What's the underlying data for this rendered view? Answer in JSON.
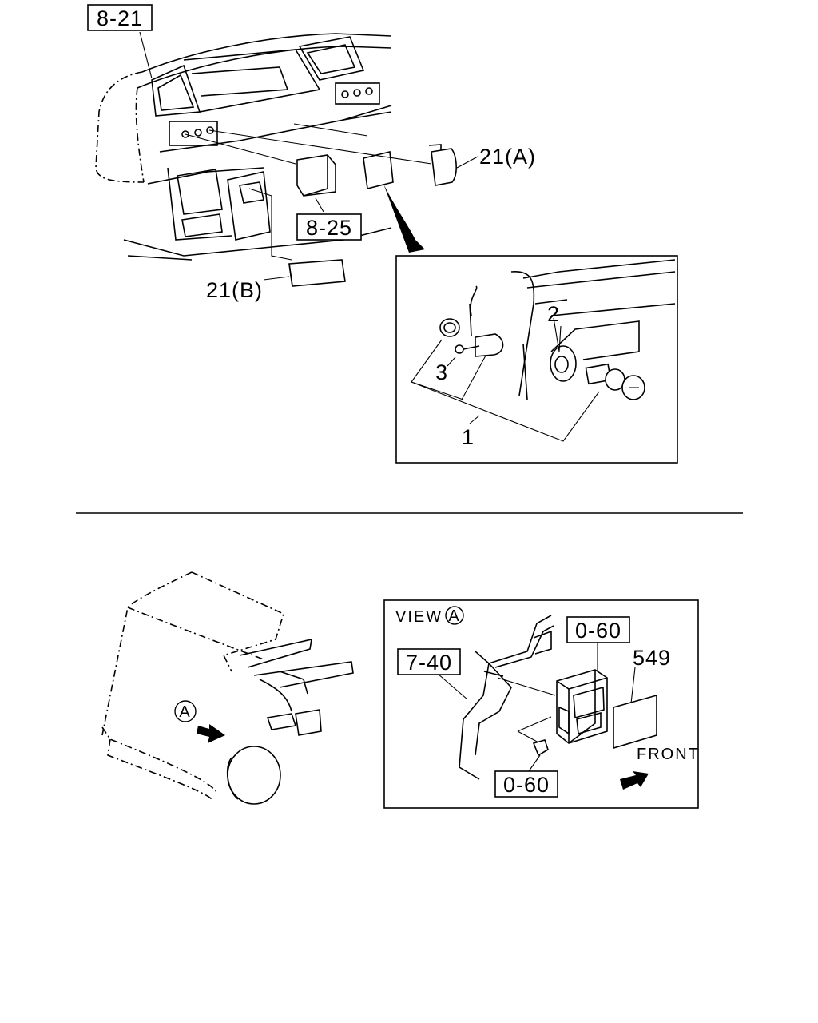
{
  "refs": {
    "top_ref": "8-21",
    "mid_ref": "8-25",
    "view_ref_a": "0-60",
    "view_ref_b": "7-40",
    "view_ref_c": "0-60"
  },
  "callouts": {
    "part_21a": "21(A)",
    "part_21b": "21(B)",
    "part_1": "1",
    "part_2": "2",
    "part_3": "3",
    "part_549": "549"
  },
  "view": {
    "view_word": "VIEW",
    "view_marker": "A",
    "truck_marker": "A",
    "front_label": "FRONT"
  }
}
